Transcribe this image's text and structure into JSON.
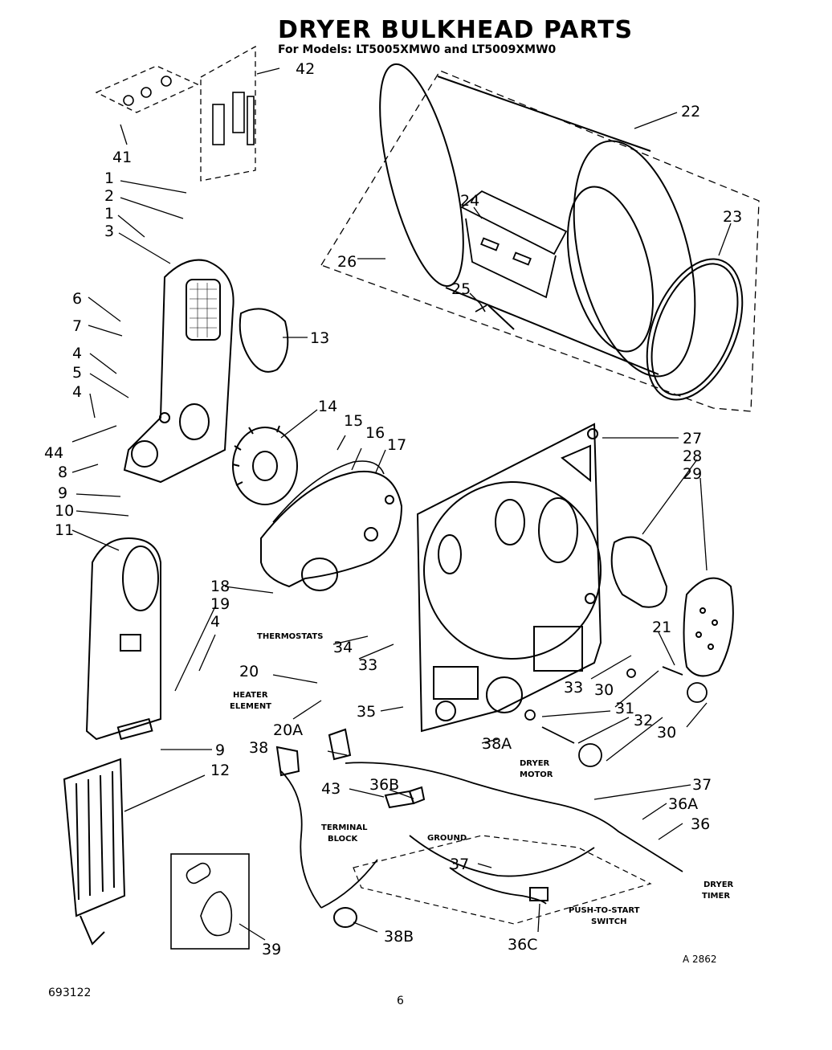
{
  "title": "DRYER BULKHEAD PARTS",
  "subtitle": "For Models: LT5005XMW0 and LT5009XMW0",
  "page_number": "6",
  "doc_number": "693122",
  "figure_code": "A 2862",
  "callouts": {
    "n1a": "1",
    "n1b": "1",
    "n2": "2",
    "n3": "3",
    "n4a": "4",
    "n4b": "4",
    "n4c": "4",
    "n5": "5",
    "n6": "6",
    "n7": "7",
    "n8": "8",
    "n9a": "9",
    "n9b": "9",
    "n10": "10",
    "n11": "11",
    "n12": "12",
    "n13": "13",
    "n14": "14",
    "n15": "15",
    "n16": "16",
    "n17": "17",
    "n18": "18",
    "n19": "19",
    "n20": "20",
    "n20a": "20A",
    "n21": "21",
    "n22": "22",
    "n23": "23",
    "n24": "24",
    "n25": "25",
    "n26": "26",
    "n27": "27",
    "n28": "28",
    "n29": "29",
    "n30a": "30",
    "n30b": "30",
    "n31": "31",
    "n32": "32",
    "n33a": "33",
    "n33b": "33",
    "n34": "34",
    "n35": "35",
    "n36": "36",
    "n36a": "36A",
    "n36b": "36B",
    "n36c": "36C",
    "n37a": "37",
    "n37b": "37",
    "n38": "38",
    "n38a": "38A",
    "n38b": "38B",
    "n39": "39",
    "n41": "41",
    "n42": "42",
    "n43": "43",
    "n44": "44"
  },
  "labels": {
    "thermostats": "THERMOSTATS",
    "heater1": "HEATER",
    "heater2": "ELEMENT",
    "dryer_motor1": "DRYER",
    "dryer_motor2": "MOTOR",
    "terminal1": "TERMINAL",
    "terminal2": "BLOCK",
    "ground": "GROUND",
    "push1": "PUSH-TO-START",
    "push2": "SWITCH",
    "timer1": "DRYER",
    "timer2": "TIMER"
  }
}
